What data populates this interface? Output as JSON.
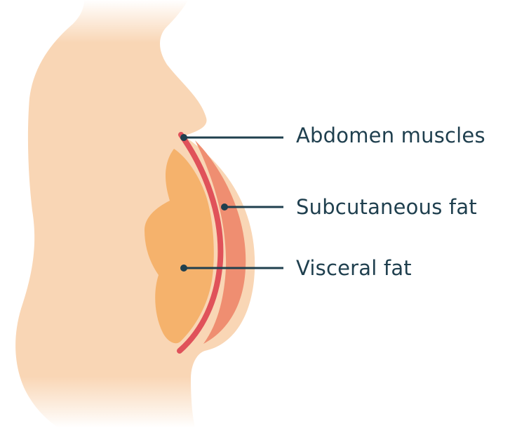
{
  "labels": {
    "abdomen_muscles": "Abdomen muscles",
    "subcutaneous_fat": "Subcutaneous fat",
    "visceral_fat": "Visceral fat"
  },
  "colors": {
    "skin": "#f9d6b5",
    "visceral_fat": "#f5b26c",
    "subcutaneous_fat": "#ef8e71",
    "muscle": "#e0525a",
    "leader_line": "#1f3f4e"
  }
}
